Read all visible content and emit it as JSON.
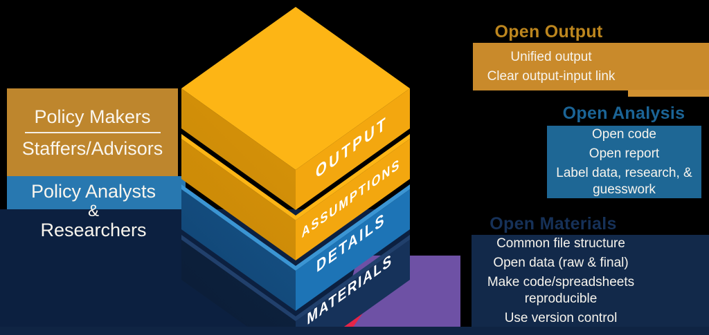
{
  "stack": {
    "layers": [
      {
        "name": "output",
        "label": "OUTPUT"
      },
      {
        "name": "assumptions",
        "label": "ASSUMPTIONS"
      },
      {
        "name": "details",
        "label": "DETAILS"
      },
      {
        "name": "materials",
        "label": "MATERIALS"
      }
    ]
  },
  "audience": {
    "makers": {
      "line1": "Policy Makers",
      "line2": "Staffers/Advisors"
    },
    "analysts": {
      "line1": "Policy Analysts",
      "amp": "&",
      "line2": "Researchers"
    }
  },
  "callouts": [
    {
      "heading": "Open Output",
      "items": [
        "Unified output",
        "Clear output-input link"
      ]
    },
    {
      "heading": "Open Analysis",
      "items": [
        "Open code",
        "Open report",
        "Label data, research, & guesswork"
      ]
    },
    {
      "heading": "Open Materials",
      "items": [
        "Common file structure",
        "Open data (raw & final)",
        "Make code/spreadsheets reproducible",
        "Use version control"
      ]
    }
  ],
  "colors": {
    "background": "#000000",
    "gold_top": "#FDB515",
    "gold_face": "#F3A70F",
    "gold_audience_box": "#BE862D",
    "gold_callout_box": "#C98A2B",
    "gold_heading": "#BD861E",
    "blue_face": "#1D74B6",
    "blue_audience_box": "#2878B0",
    "blue_callout_box": "#1E6795",
    "blue_heading": "#1B6496",
    "navy_face": "#16325A",
    "navy_callout_box": "#12294A",
    "navy_heading": "#163158",
    "navy_shadow": "#0C2040",
    "purple_artifact": "#6E51A5",
    "red_artifact": "#E62448",
    "text_light": "#F7F4ED"
  }
}
